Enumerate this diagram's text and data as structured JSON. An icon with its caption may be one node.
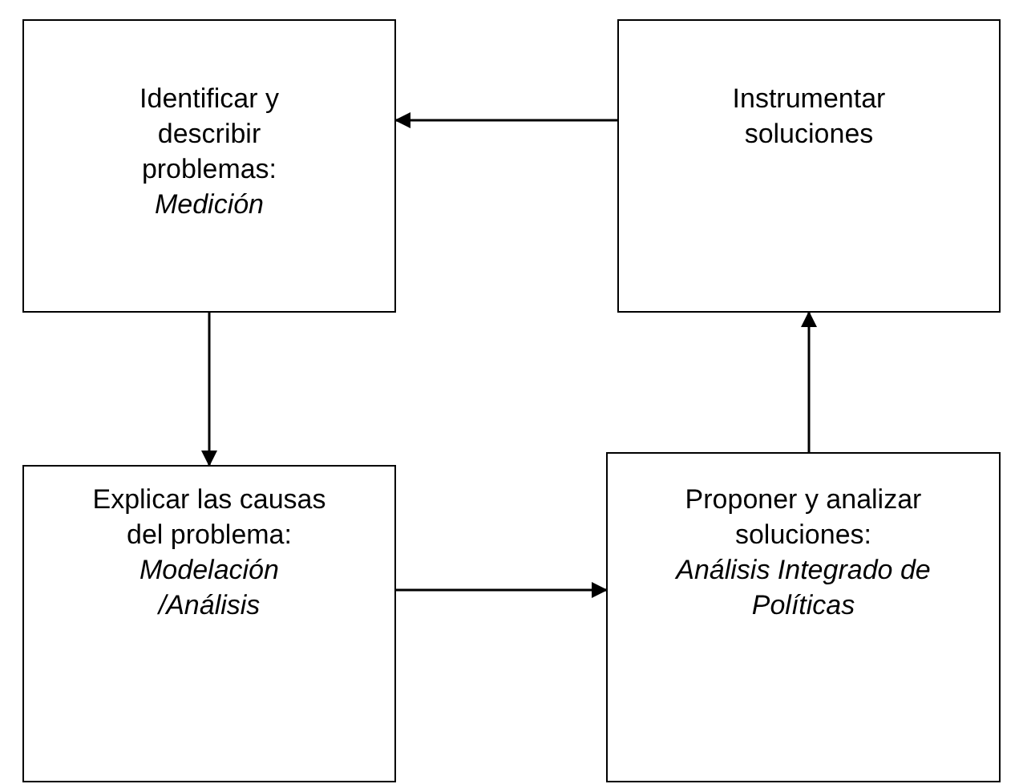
{
  "diagram": {
    "nodes": [
      {
        "text": [
          "Identificar y describir problemas:",
          "Medición"
        ]
      },
      {
        "text": [
          "Instrumentar soluciones"
        ]
      },
      {
        "text": [
          "Explicar las causas del problema:",
          "Modelación /Análisis"
        ]
      },
      {
        "text": [
          "Proponer y analizar soluciones:",
          "Análisis Integrado de Políticas"
        ]
      }
    ],
    "edges": [
      {
        "from": 1,
        "to": 0,
        "arrow": "to"
      },
      {
        "from": 0,
        "to": 2,
        "arrow": "to"
      },
      {
        "from": 2,
        "to": 3,
        "arrow": "to"
      },
      {
        "from": 3,
        "to": 1,
        "arrow": "to"
      }
    ]
  }
}
